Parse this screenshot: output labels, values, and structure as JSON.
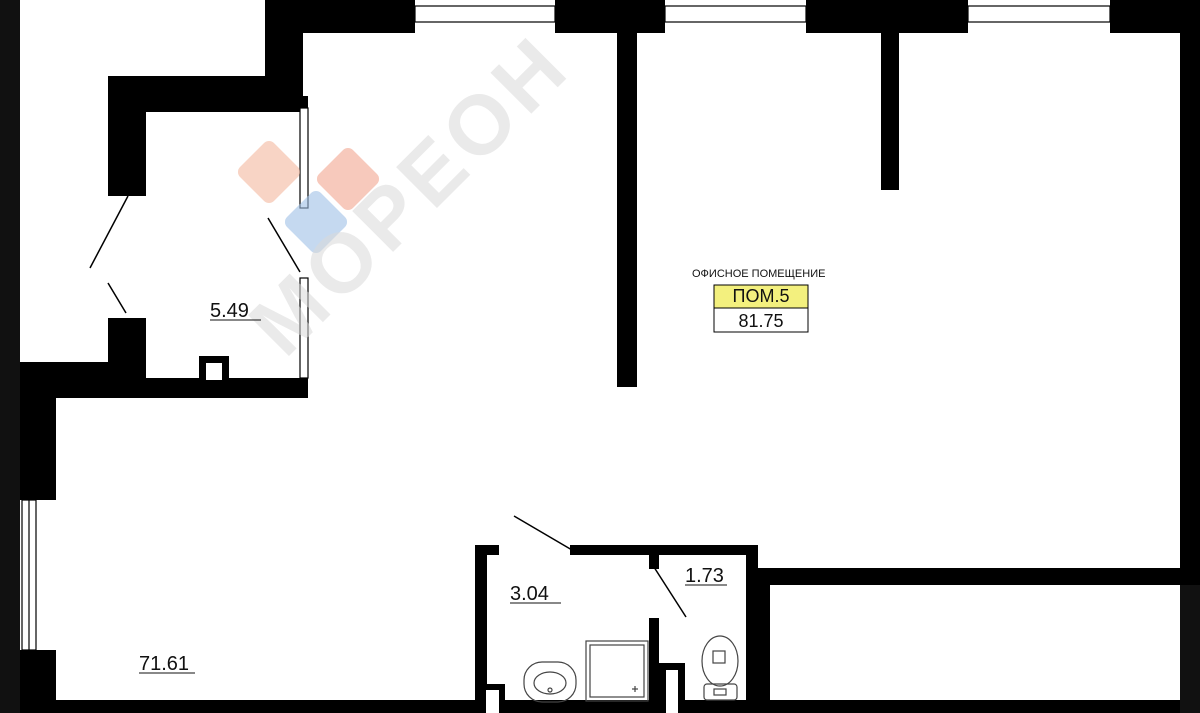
{
  "watermark": {
    "brand": "МОРЕОН",
    "colors": [
      "#f4b79f",
      "#f2a58f",
      "#9fc0e6"
    ]
  },
  "office": {
    "caption": "ОФИСНОЕ ПОМЕЩЕНИЕ",
    "room_tag": "ПОМ.5",
    "total_area": "81.75",
    "tag_color": "#f3f07e"
  },
  "rooms": {
    "vestibule_area": "5.49",
    "main_hall_area": "71.61",
    "washroom_area": "3.04",
    "toilet_area": "1.73"
  },
  "fixtures": {
    "sink_icon": "sink-icon",
    "shower_icon": "shower-tray-icon",
    "toilet_icon": "toilet-icon"
  }
}
